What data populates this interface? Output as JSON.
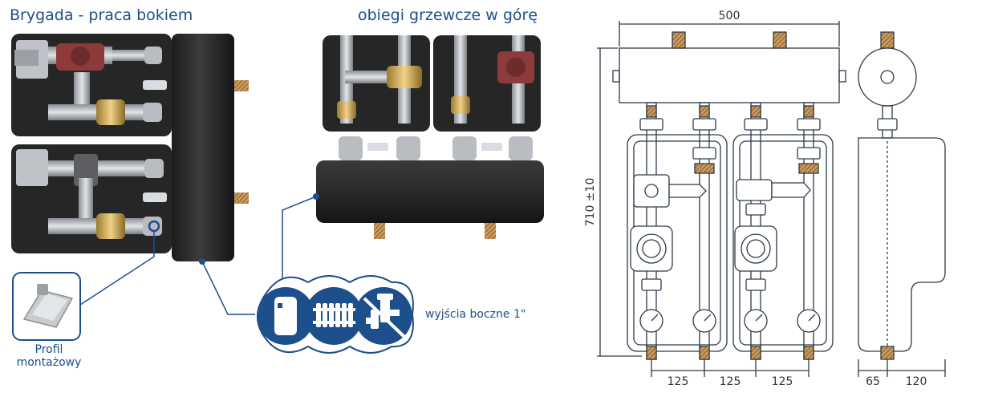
{
  "labels": {
    "left_title": "Brygada - praca bokiem",
    "right_title": "obiegi grzewcze w górę",
    "side_outputs": "wyjścia boczne 1\"",
    "profile_line1": "Profil",
    "profile_line2": "montażowy"
  },
  "dimensions": {
    "width_top": "500",
    "height": "710 ±10",
    "spacing_1": "125",
    "spacing_2": "125",
    "spacing_3": "125",
    "side_depth_1": "65",
    "side_depth_2": "120"
  },
  "icons": [
    "water-heater-icon",
    "radiator-icon",
    "crossed-valve-icon"
  ],
  "colors": {
    "accent": "#1d4f8c",
    "insulation": "#2a2a2a",
    "brass": "#c9a14a"
  }
}
